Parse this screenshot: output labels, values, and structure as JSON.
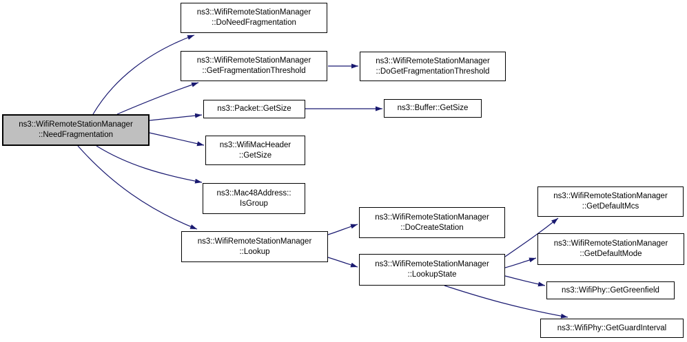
{
  "diagram": {
    "type": "doxygen-call-graph",
    "edge_color": "#191970",
    "node_border_color": "#000000",
    "node_fill_color": "#ffffff",
    "highlight_fill_color": "#bfbfbf",
    "nodes": {
      "need_fragmentation": {
        "label": "ns3::WifiRemoteStationManager\n::NeedFragmentation",
        "highlighted": true
      },
      "do_need_fragmentation": {
        "label": "ns3::WifiRemoteStationManager\n::DoNeedFragmentation",
        "highlighted": false
      },
      "get_fragmentation_threshold": {
        "label": "ns3::WifiRemoteStationManager\n::GetFragmentationThreshold",
        "highlighted": false
      },
      "do_get_fragmentation_threshold": {
        "label": "ns3::WifiRemoteStationManager\n::DoGetFragmentationThreshold",
        "highlighted": false
      },
      "packet_get_size": {
        "label": "ns3::Packet::GetSize",
        "highlighted": false
      },
      "buffer_get_size": {
        "label": "ns3::Buffer::GetSize",
        "highlighted": false
      },
      "wifi_mac_header_get_size": {
        "label": "ns3::WifiMacHeader\n::GetSize",
        "highlighted": false
      },
      "mac48_address_is_group": {
        "label": "ns3::Mac48Address::\nIsGroup",
        "highlighted": false
      },
      "lookup": {
        "label": "ns3::WifiRemoteStationManager\n::Lookup",
        "highlighted": false
      },
      "do_create_station": {
        "label": "ns3::WifiRemoteStationManager\n::DoCreateStation",
        "highlighted": false
      },
      "lookup_state": {
        "label": "ns3::WifiRemoteStationManager\n::LookupState",
        "highlighted": false
      },
      "get_default_mcs": {
        "label": "ns3::WifiRemoteStationManager\n::GetDefaultMcs",
        "highlighted": false
      },
      "get_default_mode": {
        "label": "ns3::WifiRemoteStationManager\n::GetDefaultMode",
        "highlighted": false
      },
      "get_greenfield": {
        "label": "ns3::WifiPhy::GetGreenfield",
        "highlighted": false
      },
      "get_guard_interval": {
        "label": "ns3::WifiPhy::GetGuardInterval",
        "highlighted": false
      }
    },
    "edges": [
      {
        "from": "need_fragmentation",
        "to": "do_need_fragmentation"
      },
      {
        "from": "need_fragmentation",
        "to": "get_fragmentation_threshold"
      },
      {
        "from": "need_fragmentation",
        "to": "packet_get_size"
      },
      {
        "from": "need_fragmentation",
        "to": "wifi_mac_header_get_size"
      },
      {
        "from": "need_fragmentation",
        "to": "mac48_address_is_group"
      },
      {
        "from": "need_fragmentation",
        "to": "lookup"
      },
      {
        "from": "get_fragmentation_threshold",
        "to": "do_get_fragmentation_threshold"
      },
      {
        "from": "packet_get_size",
        "to": "buffer_get_size"
      },
      {
        "from": "lookup",
        "to": "do_create_station"
      },
      {
        "from": "lookup",
        "to": "lookup_state"
      },
      {
        "from": "lookup_state",
        "to": "get_default_mcs"
      },
      {
        "from": "lookup_state",
        "to": "get_default_mode"
      },
      {
        "from": "lookup_state",
        "to": "get_greenfield"
      },
      {
        "from": "lookup_state",
        "to": "get_guard_interval"
      }
    ]
  }
}
